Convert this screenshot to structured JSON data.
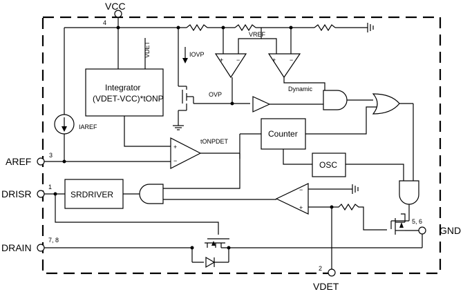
{
  "pins": {
    "vcc": {
      "name": "VCC",
      "number": "4"
    },
    "aref": {
      "name": "AREF",
      "number": "3"
    },
    "drisr": {
      "name": "DRISR",
      "number": "1"
    },
    "drain": {
      "name": "DRAIN",
      "number": "7, 8"
    },
    "vdet": {
      "name": "VDET",
      "number": "2"
    },
    "gnd": {
      "name": "GND",
      "number": "5, 6"
    }
  },
  "blocks": {
    "integrator_line1": "Integrator",
    "integrator_line2": "(VDET-VCC)*tONP",
    "counter": "Counter",
    "osc": "OSC",
    "srdriver": "SRDRIVER"
  },
  "signals": {
    "vdet_label": "VDET",
    "iovp_label": "IOVP",
    "vref_label": "VREF",
    "ovp_label": "OVP",
    "dynamic_label": "Dynamic",
    "iaref_label": "IAREF",
    "tonpdet_label": "tONPDET"
  }
}
